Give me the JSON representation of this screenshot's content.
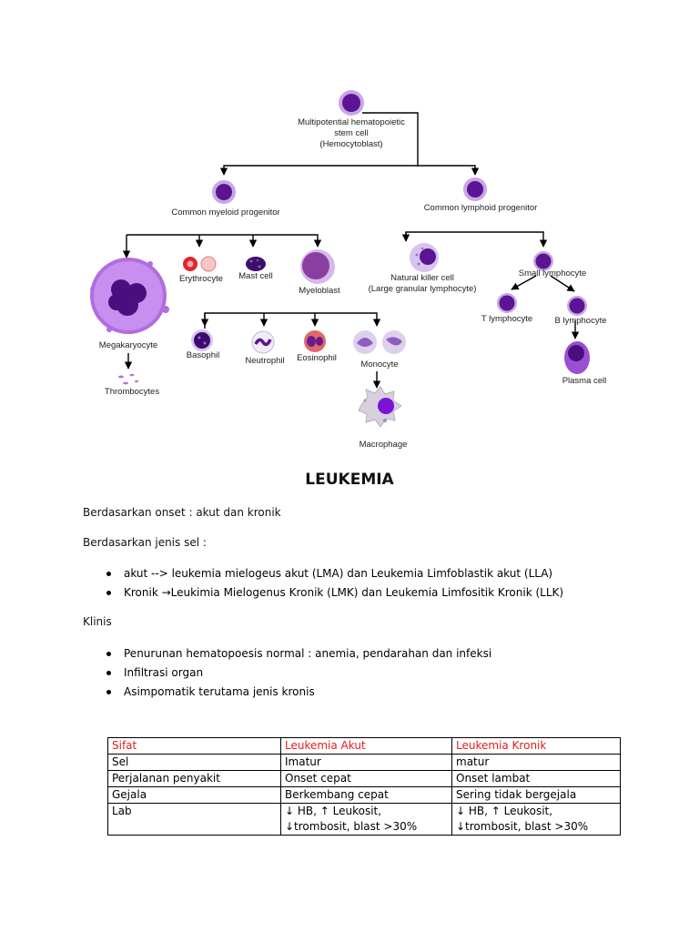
{
  "diagram": {
    "cells": {
      "stem": "Multipotential hematopoietic\nstem cell\n(Hemocytoblast)",
      "myeloid": "Common myeloid progenitor",
      "lymphoid": "Common lymphoid progenitor",
      "erythrocyte": "Erythrocyte",
      "mast": "Mast cell",
      "myeloblast": "Myeloblast",
      "megakaryocyte": "Megakaryocyte",
      "thrombocytes": "Thrombocytes",
      "basophil": "Basophil",
      "neutrophil": "Neutrophil",
      "eosinophil": "Eosinophil",
      "monocyte": "Monocyte",
      "macrophage": "Macrophage",
      "nk": "Natural killer cell\n(Large granular lymphocyte)",
      "small_lymph": "Small lymphocyte",
      "t_lymph": "T lymphocyte",
      "b_lymph": "B lymphocyte",
      "plasma": "Plasma cell"
    },
    "colors": {
      "nucleus": "#5a1494",
      "stem_ring": "#c9a6e6",
      "erythrocyte": "#e0252d",
      "megakaryocyte": "#b06de0",
      "plasma": "#9b4fd3"
    }
  },
  "doc": {
    "title": "LEUKEMIA",
    "onset_line": "Berdasarkan onset : akut dan kronik",
    "celltype_line": "Berdasarkan jenis sel :",
    "celltype_items": [
      "akut -->  leukemia mielogeus akut (LMA) dan Leukemia Limfoblastik akut (LLA)",
      "Kronik →Leukimia Mielogenus Kronik (LMK) dan Leukemia Limfositik Kronik (LLK)"
    ],
    "klinis_heading": "Klinis",
    "klinis_items": [
      "Penurunan hematopoesis normal : anemia, pendarahan dan infeksi",
      "Infiltrasi organ",
      "Asimpomatik terutama jenis kronis"
    ]
  },
  "table": {
    "headers": [
      "Sifat",
      "Leukemia Akut",
      "Leukemia Kronik"
    ],
    "rows": [
      [
        "Sel",
        "Imatur",
        "matur"
      ],
      [
        "Perjalanan penyakit",
        "Onset cepat",
        "Onset lambat"
      ],
      [
        "Gejala",
        "Berkembang cepat",
        "Sering tidak bergejala"
      ],
      [
        "Lab",
        "↓ HB, ↑ Leukosit,\n↓trombosit, blast >30%",
        "↓ HB, ↑ Leukosit,\n↓trombosit, blast >30%"
      ]
    ]
  }
}
